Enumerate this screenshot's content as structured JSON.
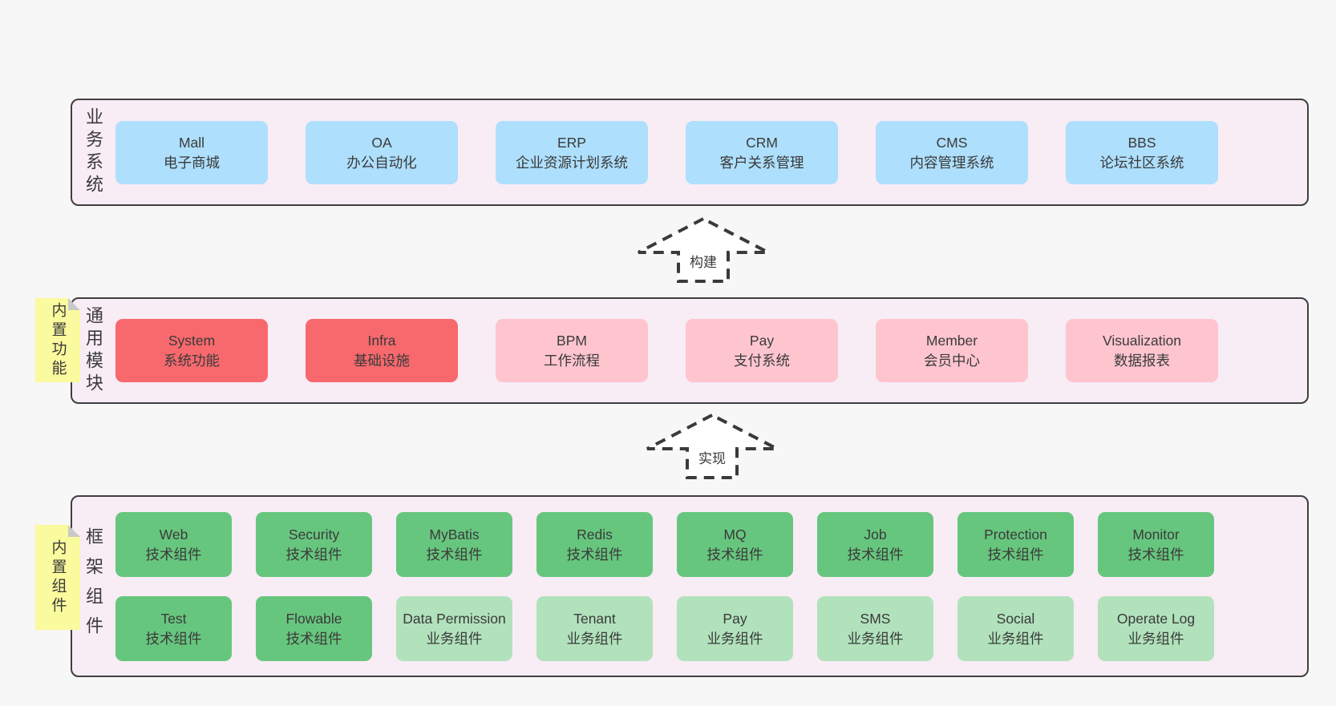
{
  "colors": {
    "page_bg": "#f7f7f7",
    "layer_bg": "#f8ecf5",
    "layer_border": "#3f3f3f",
    "blue_box": "#aedffc",
    "red_box": "#f7696d",
    "pink_box": "#fec5cf",
    "green_box": "#67c67e",
    "light_green_box": "#b1e2bc",
    "sticky_yellow": "#fafa9e",
    "sticky_fold": "#c9c9c9",
    "arrow_stroke": "#3a3a3a",
    "text": "#3a3a3a"
  },
  "arrows": [
    {
      "label": "构建"
    },
    {
      "label": "实现"
    }
  ],
  "layers": [
    {
      "id": "business-systems",
      "label": "业务系统",
      "boxes": [
        {
          "title": "Mall",
          "subtitle": "电子商城",
          "variant": "blue"
        },
        {
          "title": "OA",
          "subtitle": "办公自动化",
          "variant": "blue"
        },
        {
          "title": "ERP",
          "subtitle": "企业资源计划系统",
          "variant": "blue"
        },
        {
          "title": "CRM",
          "subtitle": "客户关系管理",
          "variant": "blue"
        },
        {
          "title": "CMS",
          "subtitle": "内容管理系统",
          "variant": "blue"
        },
        {
          "title": "BBS",
          "subtitle": "论坛社区系统",
          "variant": "blue"
        }
      ]
    },
    {
      "id": "common-modules",
      "label": "通用模块",
      "sticky": "内置功能",
      "boxes": [
        {
          "title": "System",
          "subtitle": "系统功能",
          "variant": "red"
        },
        {
          "title": "Infra",
          "subtitle": "基础设施",
          "variant": "red"
        },
        {
          "title": "BPM",
          "subtitle": "工作流程",
          "variant": "pink"
        },
        {
          "title": "Pay",
          "subtitle": "支付系统",
          "variant": "pink"
        },
        {
          "title": "Member",
          "subtitle": "会员中心",
          "variant": "pink"
        },
        {
          "title": "Visualization",
          "subtitle": "数据报表",
          "variant": "pink"
        }
      ]
    },
    {
      "id": "framework-components",
      "label": "框架组件",
      "sticky": "内置组件",
      "rows": [
        [
          {
            "title": "Web",
            "subtitle": "技术组件",
            "variant": "green"
          },
          {
            "title": "Security",
            "subtitle": "技术组件",
            "variant": "green"
          },
          {
            "title": "MyBatis",
            "subtitle": "技术组件",
            "variant": "green"
          },
          {
            "title": "Redis",
            "subtitle": "技术组件",
            "variant": "green"
          },
          {
            "title": "MQ",
            "subtitle": "技术组件",
            "variant": "green"
          },
          {
            "title": "Job",
            "subtitle": "技术组件",
            "variant": "green"
          },
          {
            "title": "Protection",
            "subtitle": "技术组件",
            "variant": "green"
          },
          {
            "title": "Monitor",
            "subtitle": "技术组件",
            "variant": "green"
          }
        ],
        [
          {
            "title": "Test",
            "subtitle": "技术组件",
            "variant": "green"
          },
          {
            "title": "Flowable",
            "subtitle": "技术组件",
            "variant": "green"
          },
          {
            "title": "Data Permission",
            "subtitle": "业务组件",
            "variant": "lightgreen"
          },
          {
            "title": "Tenant",
            "subtitle": "业务组件",
            "variant": "lightgreen"
          },
          {
            "title": "Pay",
            "subtitle": "业务组件",
            "variant": "lightgreen"
          },
          {
            "title": "SMS",
            "subtitle": "业务组件",
            "variant": "lightgreen"
          },
          {
            "title": "Social",
            "subtitle": "业务组件",
            "variant": "lightgreen"
          },
          {
            "title": "Operate Log",
            "subtitle": "业务组件",
            "variant": "lightgreen"
          }
        ]
      ]
    }
  ]
}
